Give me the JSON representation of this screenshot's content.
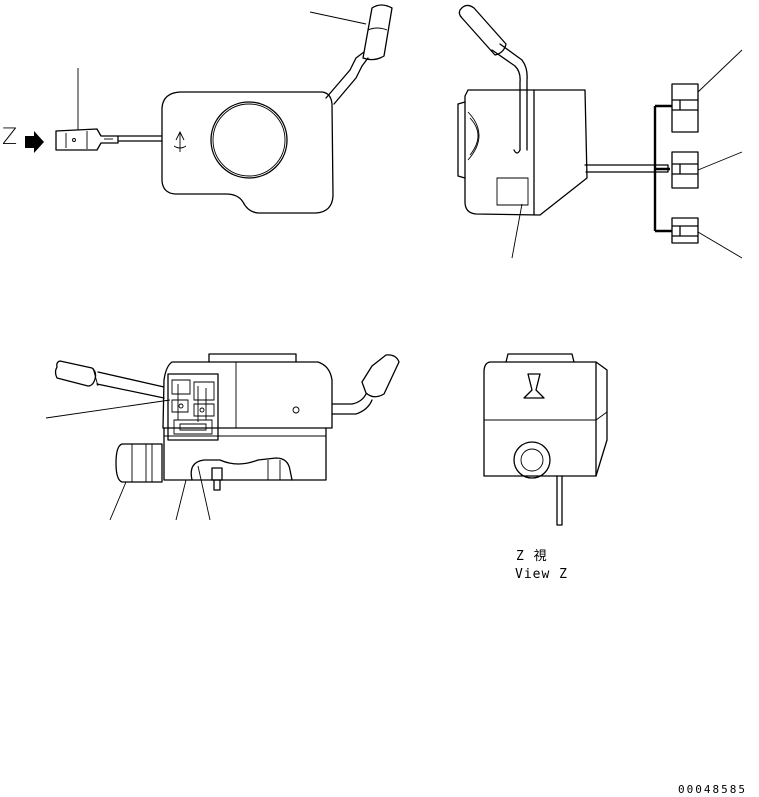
{
  "labels": {
    "z_arrow": "Z",
    "view_z_jp": "Z 視",
    "view_z_en": "View Z",
    "drawing_number": "00048585"
  },
  "colors": {
    "ink": "#000000",
    "paper": "#ffffff"
  },
  "icons": {
    "direction_arrow": "arrow-right-icon"
  }
}
